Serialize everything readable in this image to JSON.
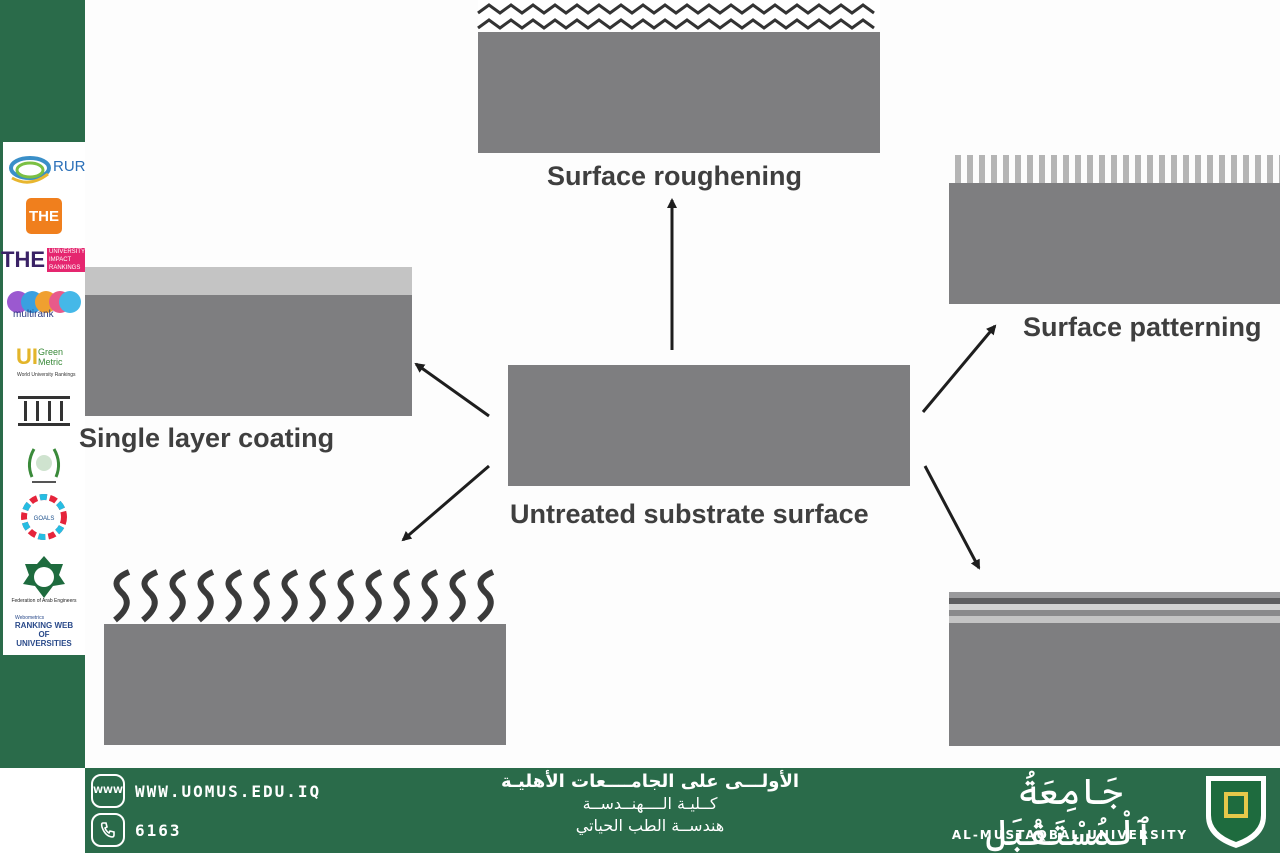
{
  "diagram": {
    "center_label": "Untreated substrate surface",
    "top_label": "Surface roughening",
    "right_top_label": "Surface patterning",
    "left_label": "Single layer coating"
  },
  "sidebar": {
    "logos": [
      {
        "text": "RUR",
        "icon": "rur-logo-icon"
      },
      {
        "text": "THE",
        "icon": "the-logo-icon"
      },
      {
        "text": "THE",
        "subtext": [
          "UNIVERSITY",
          "IMPACT",
          "RANKINGS"
        ],
        "icon": "the-impact-logo-icon"
      },
      {
        "text": "multirank",
        "icon": "multirank-logo-icon"
      },
      {
        "text": "Green Metric",
        "subtext": [
          "World University Rankings"
        ],
        "icon": "greenmetric-logo-icon"
      },
      {
        "text": "",
        "icon": "institution-columns-icon"
      },
      {
        "text": "",
        "icon": "arab-universities-wreath-icon"
      },
      {
        "text": "GOALS",
        "icon": "sdg-wheel-icon"
      },
      {
        "text": "Federation of Arab Engineers",
        "icon": "arab-engineers-logo-icon"
      },
      {
        "text": "RANKING WEB OF UNIVERSITIES",
        "subtext": [
          "Webometrics"
        ],
        "icon": "webometrics-logo-icon"
      }
    ]
  },
  "footer": {
    "website": "WWW.UOMUS.EDU.IQ",
    "phone": "6163",
    "www_icon_text": "WWW",
    "tagline": "الأولـــى على الجامــــعات الأهليـة",
    "college": "كــليـة الــــهنــدســة",
    "department": "هندســة الطب الحياتي",
    "university_ar": "جَامِعَةُ ٱلْمُسْتَقْبَل",
    "university_en": "AL-MUSTAQBAL UNIVERSITY"
  },
  "colors": {
    "brand_green": "#2a6b4a",
    "substrate_gray": "#7e7e80",
    "coating_light_gray": "#c4c4c4",
    "caption_text": "#3f3f3f"
  }
}
